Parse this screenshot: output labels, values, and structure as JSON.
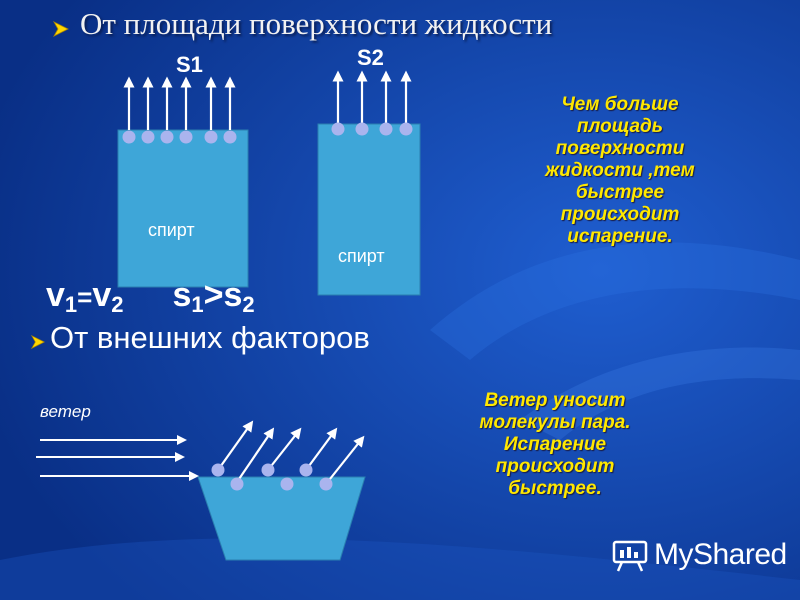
{
  "slide": {
    "title": "От площади поверхности жидкости",
    "label_s1": "S1",
    "label_s2": "S2",
    "liquid_left": "спирт",
    "liquid_right": "спирт",
    "note_area": "Чем больше площадь поверхности жидкости ,тем быстрее происходит испарение.",
    "formula": {
      "v": "v",
      "s": "s",
      "sub1": "1",
      "sub2": "2",
      "eq": "=",
      "gt": ">"
    },
    "subtitle": "От внешних факторов",
    "wind_label": "ветер",
    "note_wind": "Ветер уносит молекулы пара. Испарение происходит быстрее."
  },
  "brand": {
    "name": "MyShared",
    "icon": "presentation-board-icon"
  },
  "colors": {
    "background": "#0b3a9a",
    "liquid": "#3ea6d8",
    "molecule": "#aab4ee",
    "note_text": "#ffe800",
    "bullet": "#ffd700"
  }
}
